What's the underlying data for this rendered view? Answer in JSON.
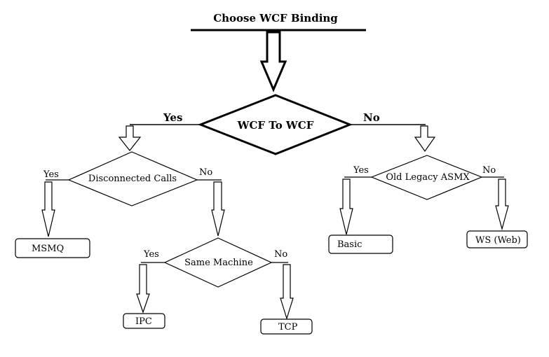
{
  "title": "Choose WCF Binding",
  "decisions": {
    "wcf_to_wcf": "WCF To WCF",
    "disconnected_calls": "Disconnected Calls",
    "same_machine": "Same Machine",
    "old_legacy_asmx": "Old Legacy ASMX"
  },
  "branches": {
    "wcf_yes": "Yes",
    "wcf_no": "No",
    "disconnected_yes": "Yes",
    "disconnected_no": "No",
    "same_machine_yes": "Yes",
    "same_machine_no": "No",
    "asmx_yes": "Yes",
    "asmx_no": "No"
  },
  "outcomes": {
    "msmq": "MSMQ",
    "ipc": "IPC",
    "tcp": "TCP",
    "basic": "Basic",
    "ws_web": "WS (Web)"
  }
}
